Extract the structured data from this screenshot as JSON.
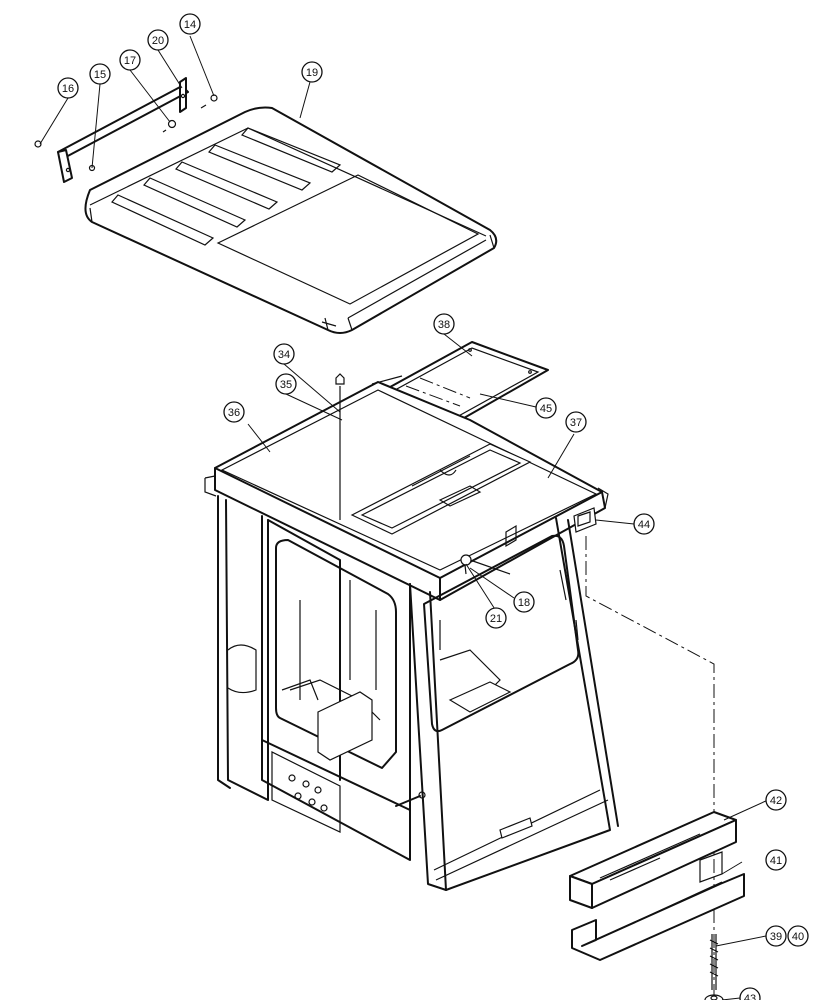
{
  "callouts": {
    "c14": "14",
    "c15": "15",
    "c16": "16",
    "c17": "17",
    "c18": "18",
    "c19": "19",
    "c20": "20",
    "c21": "21",
    "c34": "34",
    "c35": "35",
    "c36": "36",
    "c37": "37",
    "c38": "38",
    "c39": "39",
    "c40": "40",
    "c41": "41",
    "c42": "42",
    "c43": "43",
    "c44": "44",
    "c45": "45"
  },
  "colors": {
    "line": "#111111",
    "background": "#ffffff"
  }
}
